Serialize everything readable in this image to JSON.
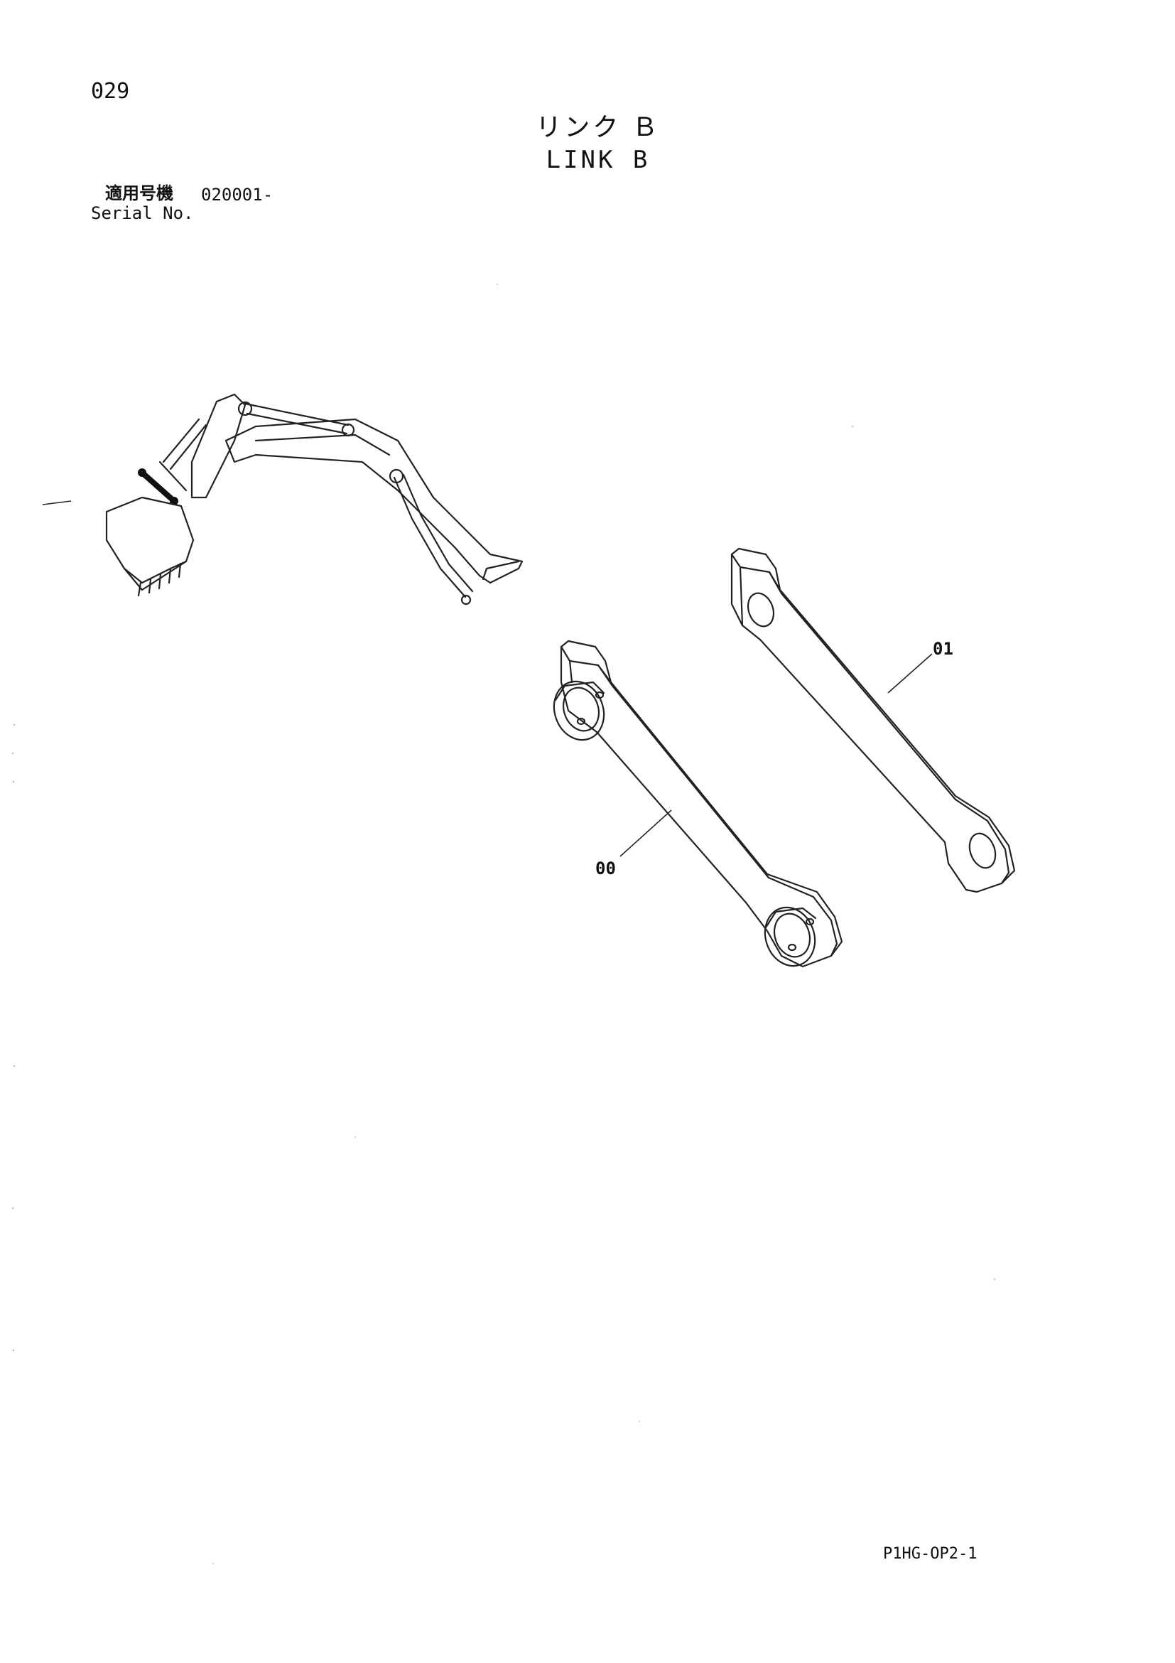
{
  "header": {
    "page_number": "029",
    "title_jp": "リンク Ｂ",
    "title_en": "LINK B"
  },
  "serial": {
    "label_jp": "適用号機",
    "value": "020001-",
    "label_en": "Serial No."
  },
  "callouts": {
    "part_01": "01",
    "part_00": "00"
  },
  "footer": {
    "doc_code": "P1HG-OP2-1"
  }
}
